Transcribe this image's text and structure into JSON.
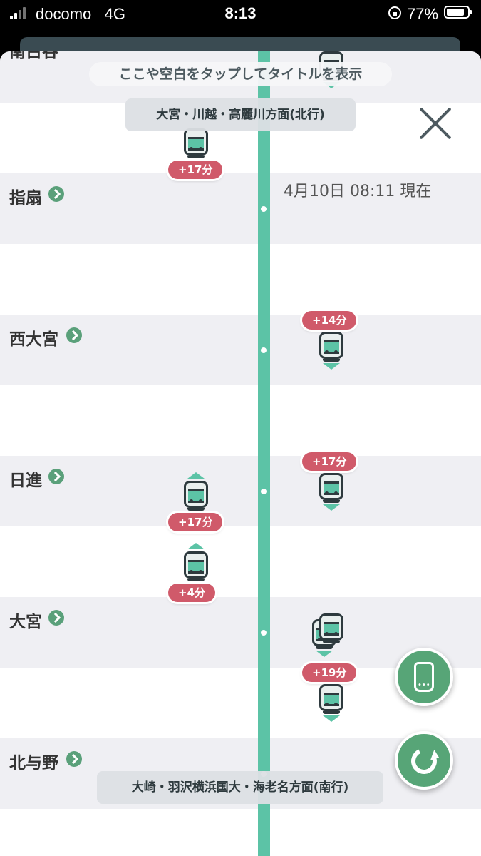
{
  "status_bar": {
    "carrier": "docomo",
    "network": "4G",
    "time": "8:13",
    "battery": "77%"
  },
  "hint": "ここや空白をタップしてタイトルを表示",
  "direction_north": "大宮・川越・高麗川方面(北行)",
  "direction_south": "大崎・羽沢横浜国大・海老名方面(南行)",
  "timestamp": "4月10日 08:11 現在",
  "stations": [
    {
      "name": "南古谷"
    },
    {
      "name": "指扇"
    },
    {
      "name": "西大宮"
    },
    {
      "name": "日進"
    },
    {
      "name": "大宮"
    },
    {
      "name": "北与野"
    }
  ],
  "delays": [
    "+17分",
    "+14分",
    "+17分",
    "+17分",
    "+4分",
    "+19分"
  ],
  "colors": {
    "line": "#5cc3a6",
    "delay_badge": "#d05a6a",
    "station_row": "#efeff3",
    "fab": "#57a577"
  },
  "icons": {
    "close": "close-icon",
    "train_list": "train-icon",
    "refresh": "refresh-icon"
  }
}
